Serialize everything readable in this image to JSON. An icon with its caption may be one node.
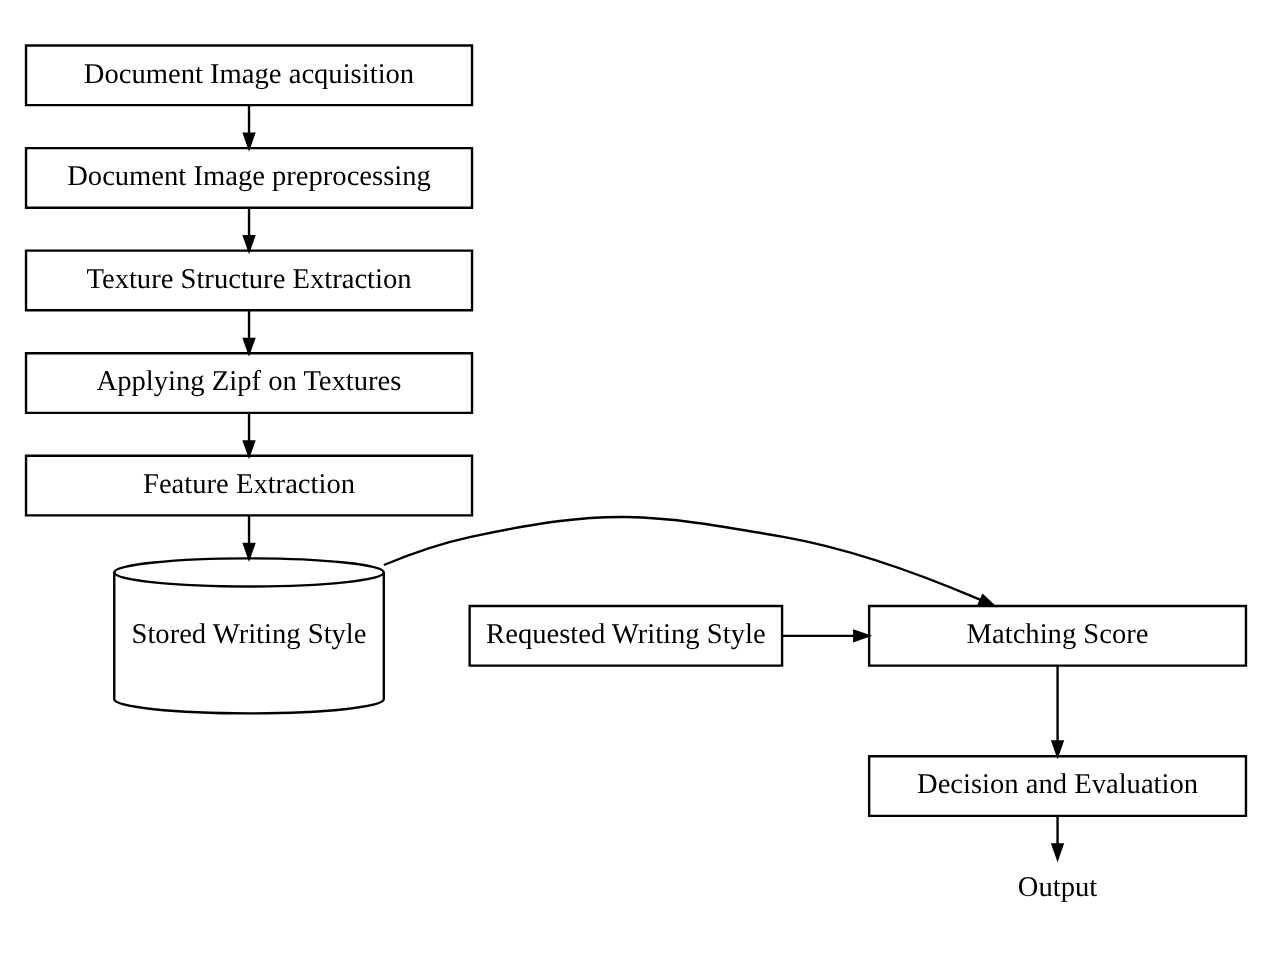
{
  "diagram": {
    "nodes": [
      {
        "text": [
          "Document Image acquisition"
        ]
      },
      {
        "text": [
          "Document Image preprocessing"
        ]
      },
      {
        "text": [
          "Texture Structure Extraction"
        ]
      },
      {
        "text": [
          "Applying Zipf on Textures"
        ]
      },
      {
        "text": [
          "Feature Extraction"
        ]
      },
      {
        "text": [
          "Requested Writing Style"
        ]
      },
      {
        "text": [
          "Matching Score"
        ]
      },
      {
        "text": [
          "Stored Writing Style"
        ]
      },
      {
        "text": [
          "Decision and Evaluation"
        ]
      },
      {
        "text": [
          "Output"
        ]
      }
    ],
    "edges": [
      {
        "from": 0,
        "to": 1,
        "arrow": "to"
      },
      {
        "from": 1,
        "to": 2,
        "arrow": "to"
      },
      {
        "from": 2,
        "to": 3,
        "arrow": "to"
      },
      {
        "from": 3,
        "to": 4,
        "arrow": "to"
      },
      {
        "from": 4,
        "to": 7,
        "arrow": "to"
      },
      {
        "from": 5,
        "to": 6,
        "arrow": "to"
      },
      {
        "from": 7,
        "to": 6,
        "arrow": "to"
      },
      {
        "from": 6,
        "to": 8,
        "arrow": "to"
      },
      {
        "from": 8,
        "to": 9,
        "arrow": "to"
      }
    ]
  }
}
